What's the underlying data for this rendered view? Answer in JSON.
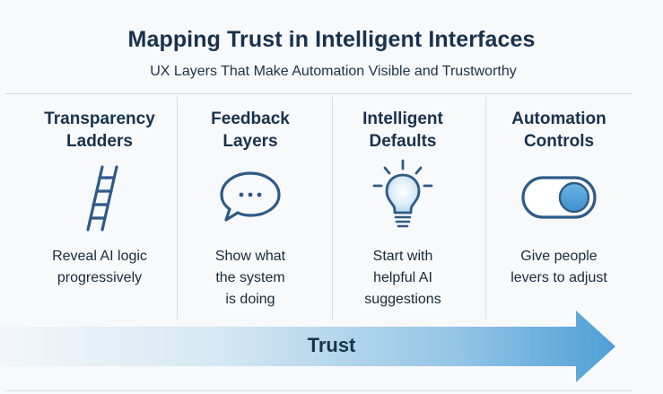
{
  "header": {
    "title": "Mapping Trust in Intelligent Interfaces",
    "subtitle": "UX Layers That Make Automation Visible and Trustworthy"
  },
  "columns": [
    {
      "title_line1": "Transparency",
      "title_line2": "Ladders",
      "icon": "ladder-icon",
      "desc_line1": "Reveal AI logic",
      "desc_line2": "progressively",
      "desc_line3": ""
    },
    {
      "title_line1": "Feedback",
      "title_line2": "Layers",
      "icon": "chat-bubble-icon",
      "desc_line1": "Show what",
      "desc_line2": "the system",
      "desc_line3": "is doing"
    },
    {
      "title_line1": "Intelligent",
      "title_line2": "Defaults",
      "icon": "lightbulb-icon",
      "desc_line1": "Start with",
      "desc_line2": "helpful AI",
      "desc_line3": "suggestions"
    },
    {
      "title_line1": "Automation",
      "title_line2": "Controls",
      "icon": "toggle-icon",
      "desc_line1": "Give people",
      "desc_line2": "levers to adjust",
      "desc_line3": ""
    }
  ],
  "arrow": {
    "label": "Trust"
  },
  "colors": {
    "text": "#17324d",
    "icon_stroke": "#2e5a88",
    "arrow_start": "#f2f6f9",
    "arrow_end": "#5aa8d8",
    "toggle_knob": "#5aa6dc"
  }
}
